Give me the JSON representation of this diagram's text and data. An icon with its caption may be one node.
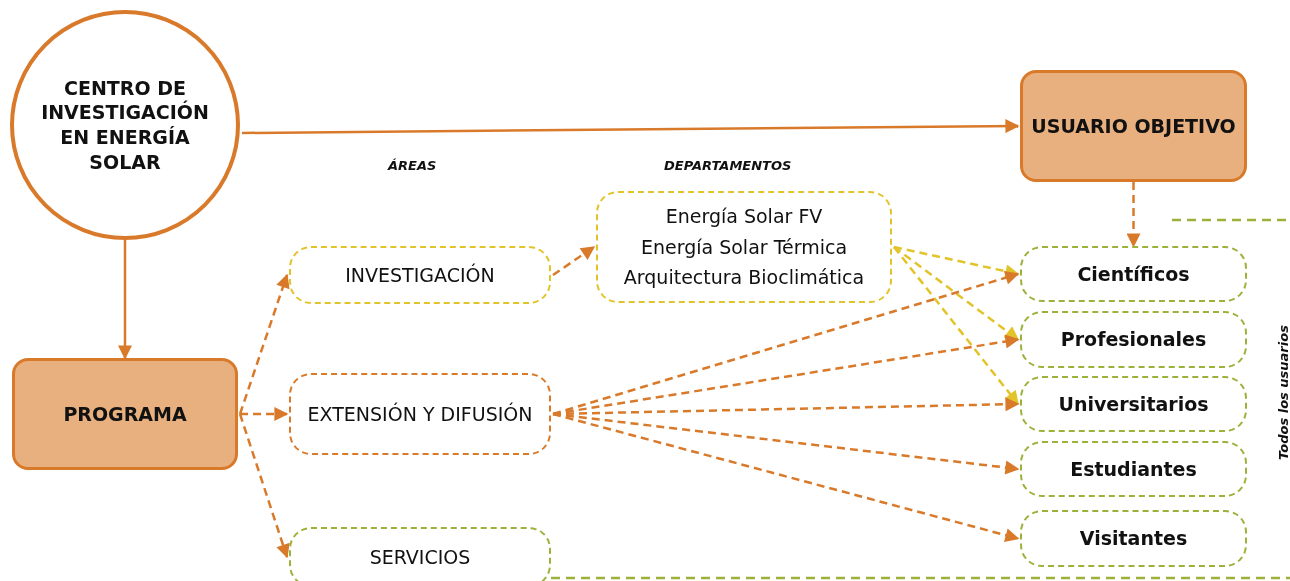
{
  "diagram": {
    "nodes": [
      {
        "text": [
          "CENTRO DE INVESTIGACIÓN EN ENERGÍA SOLAR"
        ]
      },
      {
        "text": [
          "USUARIO OBJETIVO"
        ]
      },
      {
        "text": [
          "PROGRAMA"
        ]
      },
      {
        "text": [
          "INVESTIGACIÓN"
        ]
      },
      {
        "text": [
          "Energía Solar FV",
          "Energía Solar Térmica",
          "Arquitectura Bioclimática"
        ]
      },
      {
        "text": [
          "EXTENSIÓN Y DIFUSIÓN"
        ]
      },
      {
        "text": [
          "SERVICIOS"
        ]
      },
      {
        "text": [
          "Científicos"
        ]
      },
      {
        "text": [
          "Profesionales"
        ]
      },
      {
        "text": [
          "Universitarios"
        ]
      },
      {
        "text": [
          "Estudiantes"
        ]
      },
      {
        "text": [
          "Visitantes"
        ]
      }
    ],
    "edges": [
      {
        "from": 0,
        "to": 1,
        "arrow": "to"
      },
      {
        "from": 0,
        "to": 2,
        "arrow": "to"
      },
      {
        "from": 2,
        "to": 3,
        "arrow": "to",
        "style": "dashed"
      },
      {
        "from": 2,
        "to": 5,
        "arrow": "to",
        "style": "dashed"
      },
      {
        "from": 2,
        "to": 6,
        "arrow": "to",
        "style": "dashed"
      },
      {
        "from": 3,
        "to": 4,
        "arrow": "to",
        "style": "dashed"
      },
      {
        "from": 4,
        "to": 7,
        "arrow": "to",
        "style": "dashed",
        "color": "#e2c42a"
      },
      {
        "from": 4,
        "to": 8,
        "arrow": "to",
        "style": "dashed",
        "color": "#e2c42a"
      },
      {
        "from": 4,
        "to": 9,
        "arrow": "to",
        "style": "dashed",
        "color": "#e2c42a"
      },
      {
        "from": 5,
        "to": 7,
        "arrow": "to",
        "style": "dashed"
      },
      {
        "from": 5,
        "to": 8,
        "arrow": "to",
        "style": "dashed"
      },
      {
        "from": 5,
        "to": 9,
        "arrow": "to",
        "style": "dashed"
      },
      {
        "from": 5,
        "to": 10,
        "arrow": "to",
        "style": "dashed"
      },
      {
        "from": 5,
        "to": 11,
        "arrow": "to",
        "style": "dashed"
      },
      {
        "from": 1,
        "to": 7,
        "arrow": "to",
        "style": "dashed"
      }
    ],
    "labels": [
      "ÁREAS",
      "DEPARTAMENTOS",
      "Todos los usuarios"
    ]
  }
}
